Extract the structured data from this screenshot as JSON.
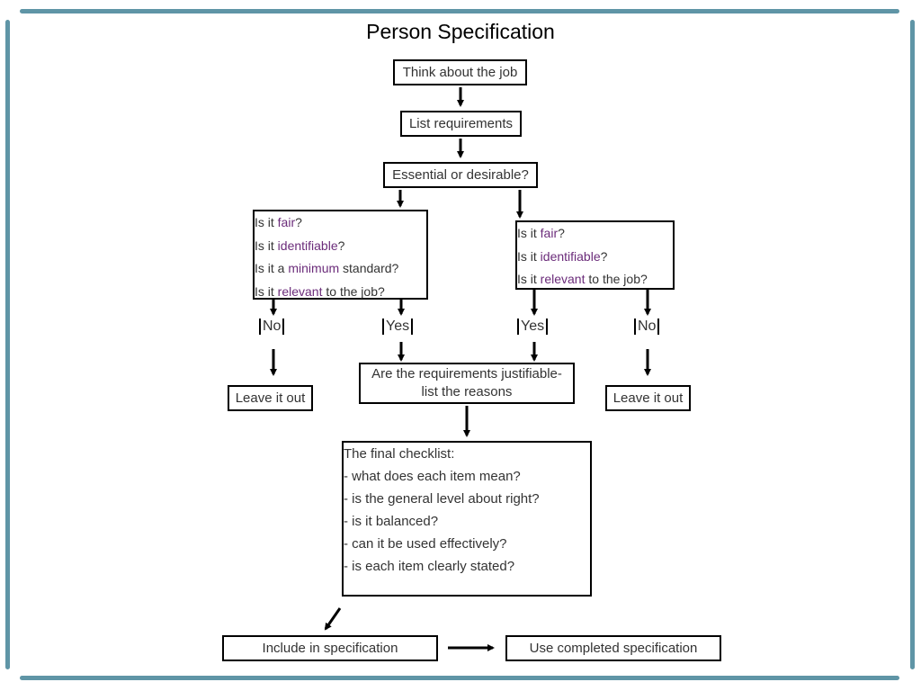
{
  "title": "Person Specification",
  "steps": {
    "think": "Think about the job",
    "list": "List requirements",
    "essential": "Essential or desirable?"
  },
  "left_questions": [
    {
      "pre": "Is it ",
      "hl": "fair",
      "post": "?"
    },
    {
      "pre": "Is it ",
      "hl": "identifiable",
      "post": "?"
    },
    {
      "pre": "Is it a ",
      "hl": "minimum",
      "post": " standard?"
    },
    {
      "pre": "Is it ",
      "hl": "relevant",
      "post": " to the job?"
    }
  ],
  "right_questions": [
    {
      "pre": "Is it ",
      "hl": "fair",
      "post": "?"
    },
    {
      "pre": "Is it ",
      "hl": "identifiable",
      "post": "?"
    },
    {
      "pre": "Is it ",
      "hl": "relevant",
      "post": " to the job?"
    }
  ],
  "branches": {
    "no": "No",
    "yes": "Yes",
    "leave_out": "Leave it out"
  },
  "justify": {
    "line1": "Are the requirements justifiable-",
    "line2": "list the reasons"
  },
  "checklist": {
    "heading": "The final checklist:",
    "items": [
      "- what does each item mean?",
      "- is the general level about right?",
      "- is it balanced?",
      "- can it be used effectively?",
      "- is each item clearly stated?"
    ]
  },
  "final": {
    "include": "Include in specification",
    "use": "Use completed specification"
  },
  "colors": {
    "frame": "#5f95a6",
    "highlight": "#6b2c7a"
  }
}
